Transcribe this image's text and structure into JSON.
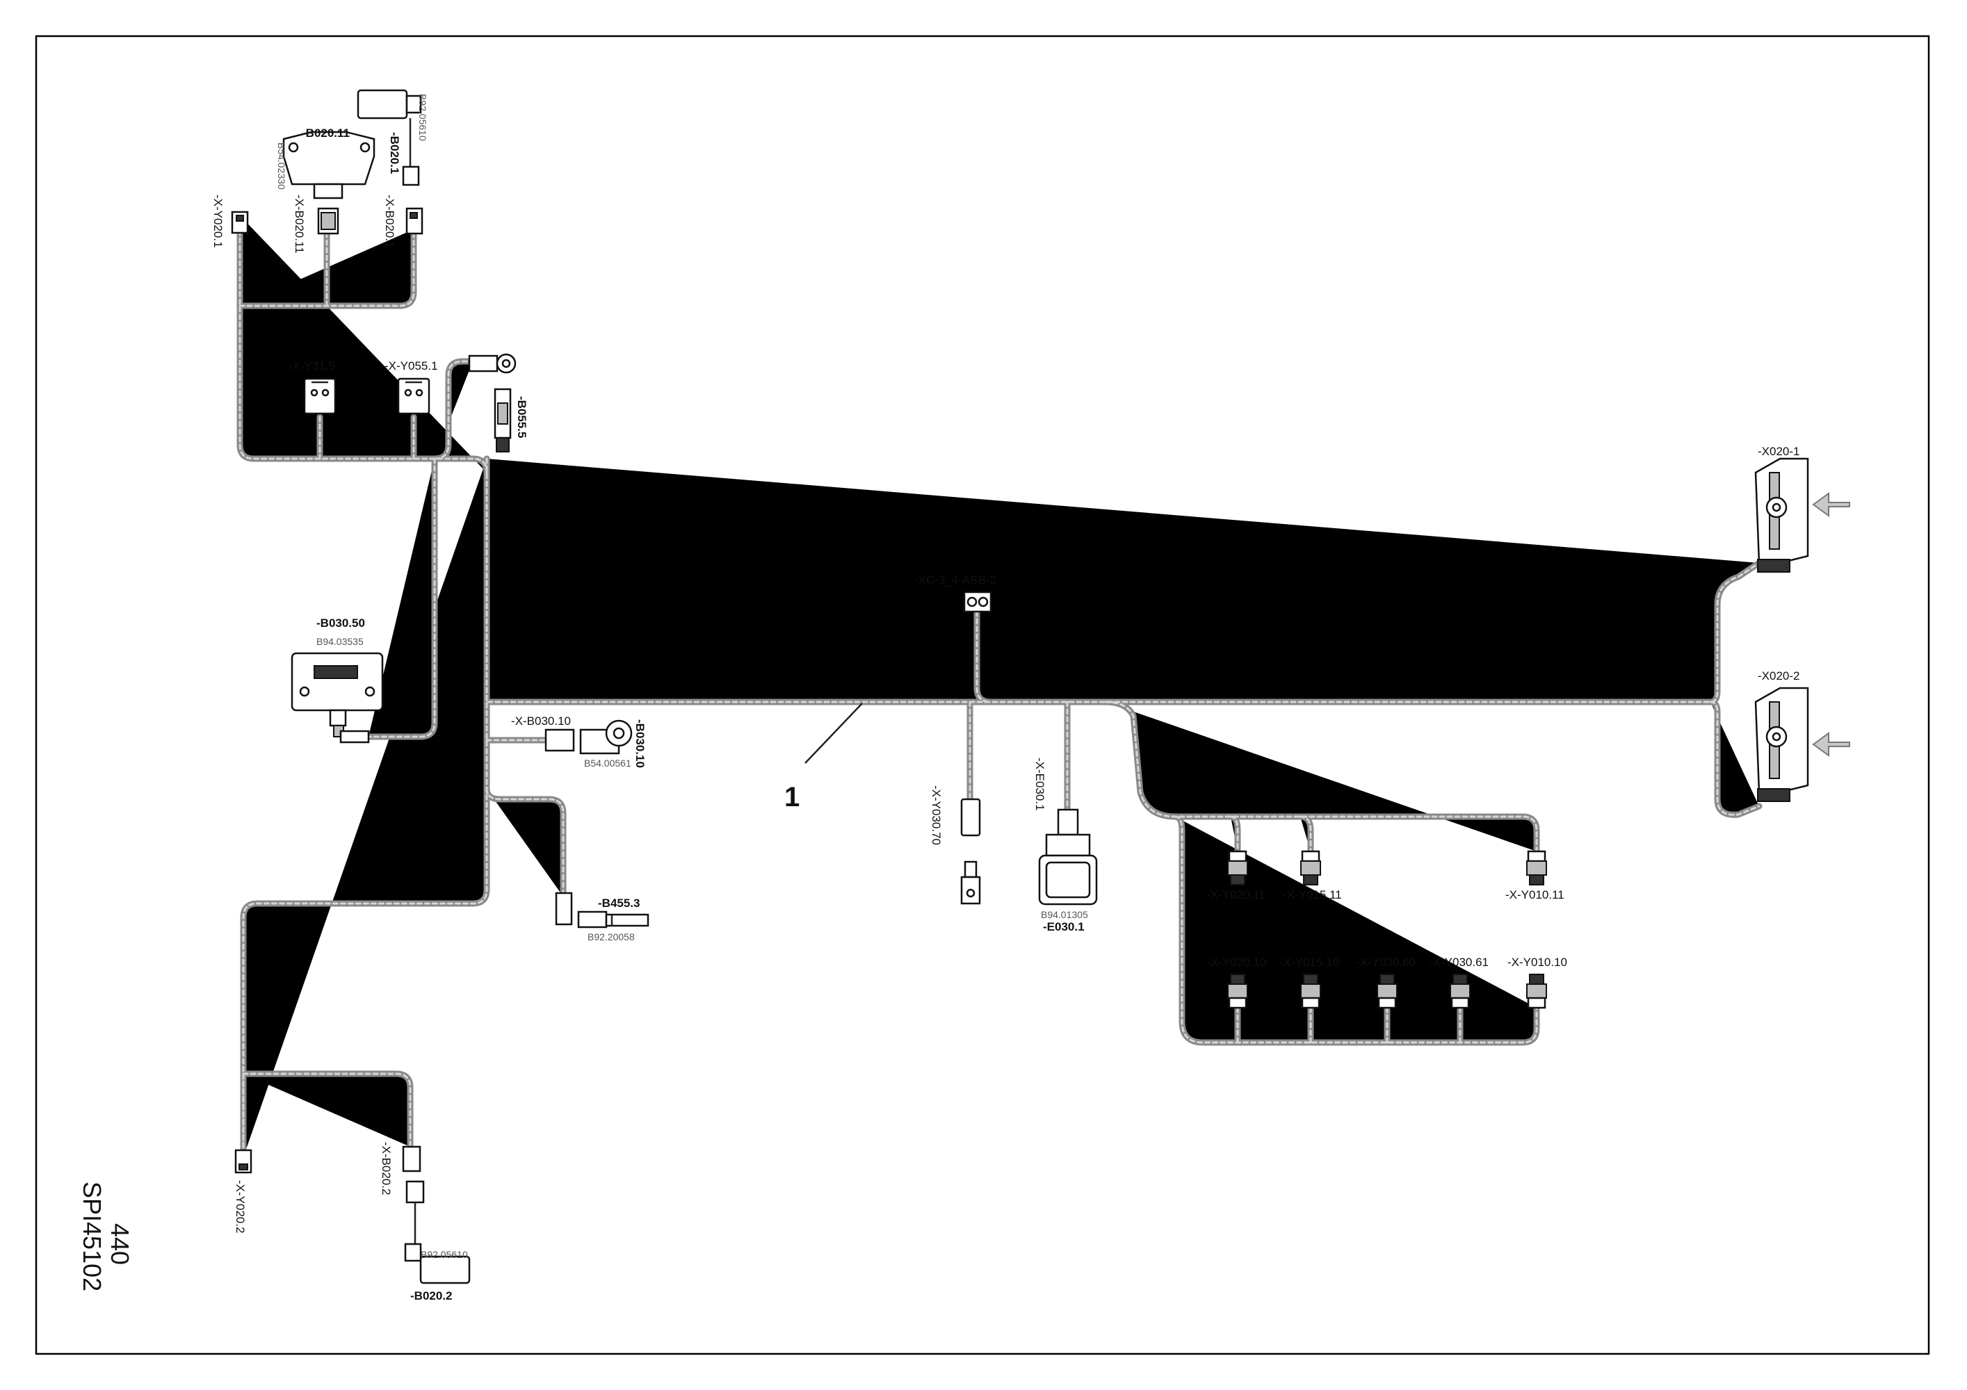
{
  "drawing": {
    "item_number": "1",
    "page": "440",
    "doc_code": "SPI45102"
  },
  "labels": {
    "x_y020_1": "-X-Y020.1",
    "b020_11": "-B020.11",
    "b020_11_part": "B54.02330",
    "x_b020_11": "-X-B020.11",
    "b020_1": "-B020.1",
    "b020_1_part": "B92.05610",
    "x_b020_1": "-X-B020.1",
    "x_y31_5": "-X-Y31.5",
    "x_y055_1": "-X-Y055.1",
    "b055_5": "-B055.5",
    "b030_50": "-B030.50",
    "b030_50_part": "B94.03535",
    "x_b030_10": "-X-B030.10",
    "b030_10": "-B030.10",
    "b030_10_part": "B54.00561",
    "b455_3": "-B455.3",
    "b455_3_part": "B92.20058",
    "x_y020_2": "-X-Y020.2",
    "x_b020_2": "-X-B020.2",
    "b020_2": "-B020.2",
    "b020_2_part": "B92.05610",
    "xc_asb": "-XC-3_4-ASB-2",
    "x_y030_70": "-X-Y030.70",
    "x_e030_1": "-X-E030.1",
    "e030_1": "-E030.1",
    "e030_1_part": "B94.01305",
    "x020_1": "-X020-1",
    "x020_2": "-X020-2",
    "x_y020_11": "-X-Y020.11",
    "x_y015_11": "-X-Y015.11",
    "x_y010_11": "-X-Y010.11",
    "x_y020_10": "-X-Y020.10",
    "x_y015_10": "-X-Y015.10",
    "x_y030_60": "-X-Y030.60",
    "x_y030_61": "-X-Y030.61",
    "x_y010_10": "-X-Y010.10"
  },
  "colors": {
    "harness": "#8a8a8a",
    "line": "#111111"
  }
}
